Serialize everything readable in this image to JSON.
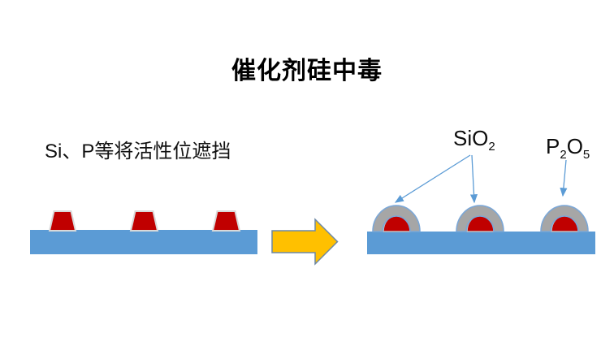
{
  "title": "催化剂硅中毒",
  "left_caption": "Si、P等将活性位遮挡",
  "labels": {
    "sio2": {
      "base": "SiO",
      "sub": "2"
    },
    "p2o5": {
      "base1": "P",
      "sub1": "2",
      "base2": "O",
      "sub2": "5"
    }
  },
  "icons": {
    "transform_arrow": "right-block-arrow",
    "annotation_arrows": "thin-blue-pointer-arrows"
  },
  "colors": {
    "substrate_blue": "#5B9BD5",
    "catalyst_red": "#C00000",
    "particle_outline_gray": "#D9D9D9",
    "coating_gray": "#A6A6A6",
    "coating_outline_blue": "#7BA7D7",
    "dome_outline_gray": "#BFBFBF",
    "transform_arrow_yellow": "#FFC000",
    "transform_arrow_outline": "#6D88A5",
    "annotation_blue": "#5B9BD5",
    "title_text": "#000000",
    "background": "#FFFFFF"
  }
}
